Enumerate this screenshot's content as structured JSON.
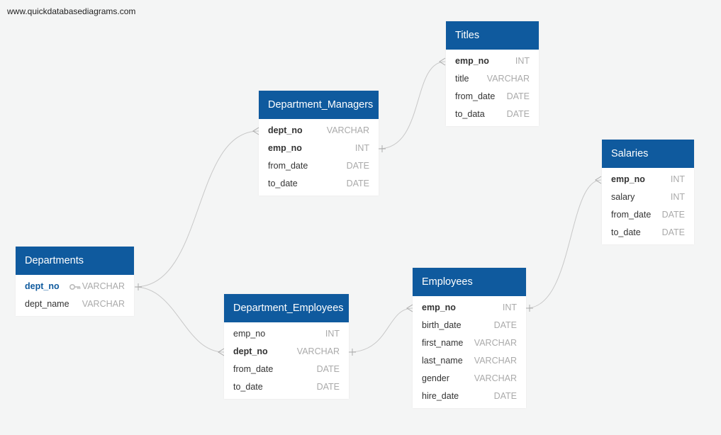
{
  "watermark": "www.quickdatabasediagrams.com",
  "tables": {
    "titles": {
      "name": "Titles",
      "fields": [
        {
          "name": "emp_no",
          "type": "INT"
        },
        {
          "name": "title",
          "type": "VARCHAR"
        },
        {
          "name": "from_date",
          "type": "DATE"
        },
        {
          "name": "to_data",
          "type": "DATE"
        }
      ]
    },
    "dept_managers": {
      "name": "Department_Managers",
      "fields": [
        {
          "name": "dept_no",
          "type": "VARCHAR"
        },
        {
          "name": "emp_no",
          "type": "INT"
        },
        {
          "name": "from_date",
          "type": "DATE"
        },
        {
          "name": "to_date",
          "type": "DATE"
        }
      ]
    },
    "salaries": {
      "name": "Salaries",
      "fields": [
        {
          "name": "emp_no",
          "type": "INT"
        },
        {
          "name": "salary",
          "type": "INT"
        },
        {
          "name": "from_date",
          "type": "DATE"
        },
        {
          "name": "to_date",
          "type": "DATE"
        }
      ]
    },
    "departments": {
      "name": "Departments",
      "fields": [
        {
          "name": "dept_no",
          "type": "VARCHAR"
        },
        {
          "name": "dept_name",
          "type": "VARCHAR"
        }
      ]
    },
    "dept_employees": {
      "name": "Department_Employees",
      "fields": [
        {
          "name": "emp_no",
          "type": "INT"
        },
        {
          "name": "dept_no",
          "type": "VARCHAR"
        },
        {
          "name": "from_date",
          "type": "DATE"
        },
        {
          "name": "to_date",
          "type": "DATE"
        }
      ]
    },
    "employees": {
      "name": "Employees",
      "fields": [
        {
          "name": "emp_no",
          "type": "INT"
        },
        {
          "name": "birth_date",
          "type": "DATE"
        },
        {
          "name": "first_name",
          "type": "VARCHAR"
        },
        {
          "name": "last_name",
          "type": "VARCHAR"
        },
        {
          "name": "gender",
          "type": "VARCHAR"
        },
        {
          "name": "hire_date",
          "type": "DATE"
        }
      ]
    }
  },
  "icons": {
    "primary_key": "key-icon"
  }
}
